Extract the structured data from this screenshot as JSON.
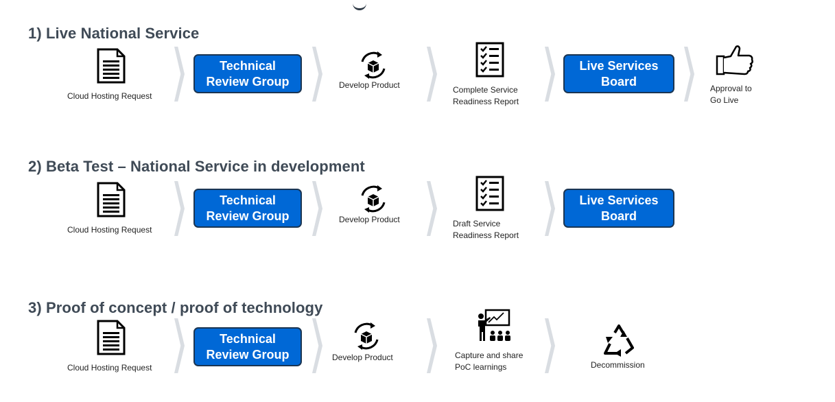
{
  "rows": [
    {
      "title": "1) Live National Service",
      "request": "Cloud  Hosting Request",
      "review_l1": "Technical",
      "review_l2": "Review Group",
      "develop": "Develop Product",
      "report_l1": "Complete Service",
      "report_l2": "Readiness Report",
      "board_l1": "Live Services",
      "board_l2": "Board",
      "approval_l1": "Approval to",
      "approval_l2": "Go Live"
    },
    {
      "title": "2) Beta  Test – National Service  in development",
      "request": "Cloud  Hosting Request",
      "review_l1": "Technical",
      "review_l2": "Review Group",
      "develop": "Develop Product",
      "report_l1": "Draft Service",
      "report_l2": "Readiness Report",
      "board_l1": "Live Services",
      "board_l2": "Board"
    },
    {
      "title": "3) Proof of concept / proof of technology",
      "request": "Cloud  Hosting Request",
      "review_l1": "Technical",
      "review_l2": "Review Group",
      "develop": "Develop Product",
      "capture_l1": "Capture and share",
      "capture_l2": "PoC learnings",
      "decommission": "Decommission"
    }
  ],
  "colors": {
    "box_fill": "#0068d6",
    "box_border": "#1b3552",
    "title": "#3f4a56",
    "chevron": "#d9dde2"
  },
  "icons": [
    "document-icon",
    "develop-cycle-icon",
    "checklist-icon",
    "thumbs-up-icon",
    "presentation-icon",
    "recycle-icon"
  ]
}
